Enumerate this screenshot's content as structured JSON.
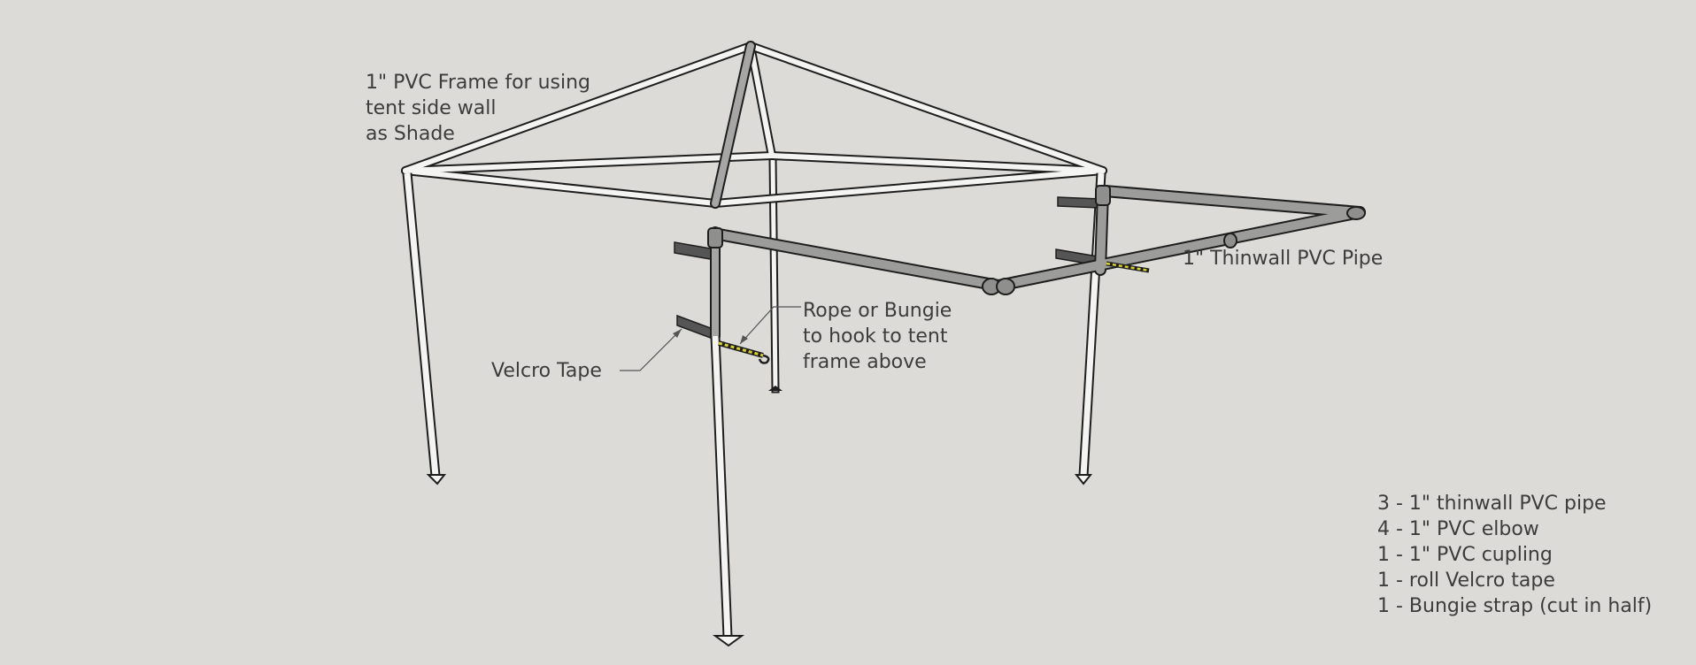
{
  "labels": {
    "frame_title": [
      "1\" PVC Frame for using",
      "tent side wall",
      "as Shade"
    ],
    "thinwall_pipe": "1\" Thinwall PVC Pipe",
    "rope_bungie": [
      "Rope or Bungie",
      "to hook to tent",
      "frame above"
    ],
    "velcro_tape": "Velcro Tape"
  },
  "parts_list": [
    "3 - 1\" thinwall PVC pipe",
    "4 - 1\" PVC elbow",
    "1 - 1\" PVC cupling",
    "1 - roll Velcro tape",
    "1 - Bungie strap (cut in half)"
  ],
  "colors": {
    "background": "#dcdbd7",
    "frame_fill": "#f4f4f2",
    "pipe_fill": "#9c9c9a",
    "outline": "#1e1e1e",
    "velcro": "#555555",
    "bungie": "#d6d030",
    "text": "#3c3c3c"
  }
}
